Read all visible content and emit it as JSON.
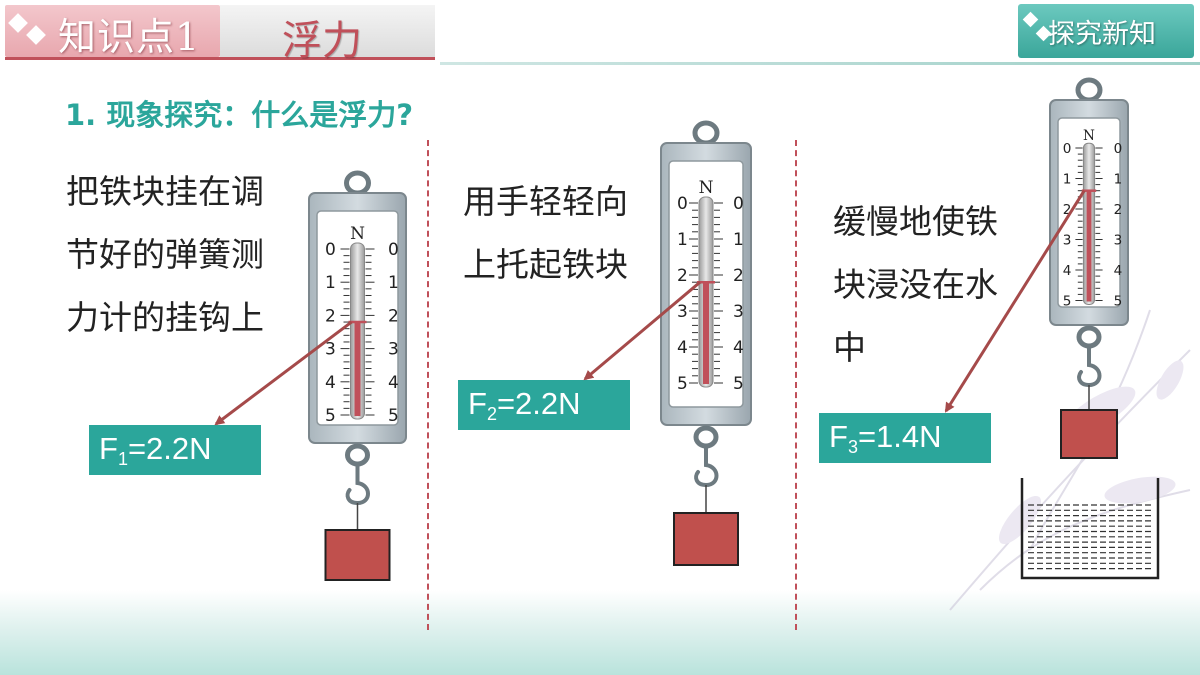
{
  "header": {
    "section_label": "知识点1",
    "section_title": "浮力",
    "tag_label": "探究新知"
  },
  "heading": "1. 现象探究：什么是浮力?",
  "steps": [
    {
      "lines": [
        "把铁块挂在调",
        "节好的弹簧测",
        "力计的挂钩上"
      ]
    },
    {
      "lines": [
        "用手轻轻向",
        "上托起铁块"
      ]
    },
    {
      "lines": [
        "缓慢地使铁",
        "块浸没在水",
        "中"
      ]
    }
  ],
  "readings": [
    {
      "symbol": "F",
      "subscript": "1",
      "value": "=2.2N"
    },
    {
      "symbol": "F",
      "subscript": "2",
      "value": "=2.2N"
    },
    {
      "symbol": "F",
      "subscript": "3",
      "value": "=1.4N"
    }
  ],
  "scale": {
    "unit": "N",
    "ticks": [
      "0",
      "1",
      "2",
      "3",
      "4",
      "5"
    ],
    "readings_n": [
      2.2,
      2.2,
      1.4
    ]
  },
  "colors": {
    "accent_teal": "#2ba69b",
    "accent_red": "#c0505a",
    "block": "#c0504d"
  }
}
